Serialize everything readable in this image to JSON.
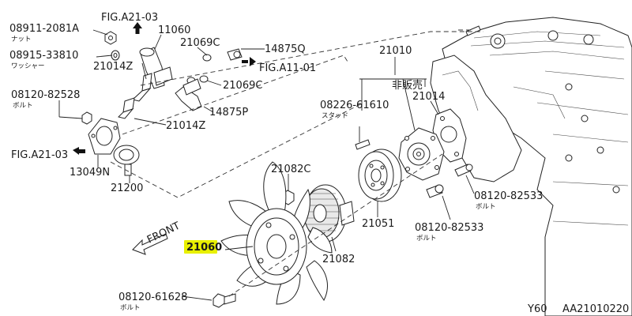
{
  "labels": {
    "nut_08911": "08911-2081A",
    "nut_jp": "ナット",
    "fig_a21_top": "FIG.A21-03",
    "p11060": "11060",
    "washer_08915": "08915-33810",
    "washer_jp": "ワッシャー",
    "p21014z_top": "21014Z",
    "p21069c_top": "21069C",
    "p14875q": "14875Q",
    "fig_a11": "FIG.A11-01",
    "p21069c_mid": "21069C",
    "bolt_08120_82528": "08120-82528",
    "bolt_jp_1": "ボルト",
    "p14875p": "14875P",
    "p21014z_mid": "21014Z",
    "fig_a21_left": "FIG.A21-03",
    "p13049n": "13049N",
    "p21200": "21200",
    "p21010": "21010",
    "not_for_sale": "非販売",
    "stud_08226": "08226-61610",
    "stud_jp": "スタッド",
    "p21014": "21014",
    "p21082c": "21082C",
    "p21051": "21051",
    "bolt_08120_82533_a": "08120-82533",
    "bolt_jp_2": "ボルト",
    "bolt_08120_82533_b": "08120-82533",
    "bolt_jp_3": "ボルト",
    "front": "FRONT",
    "p21060": "21060",
    "p21082": "21082",
    "bolt_08120_61628": "08120-61628",
    "bolt_jp_4": "ボルト",
    "model": "Y60",
    "drawing_id": "AA21010220"
  },
  "colors": {
    "highlight": "#e8f000",
    "ink": "#1a1a1a"
  }
}
